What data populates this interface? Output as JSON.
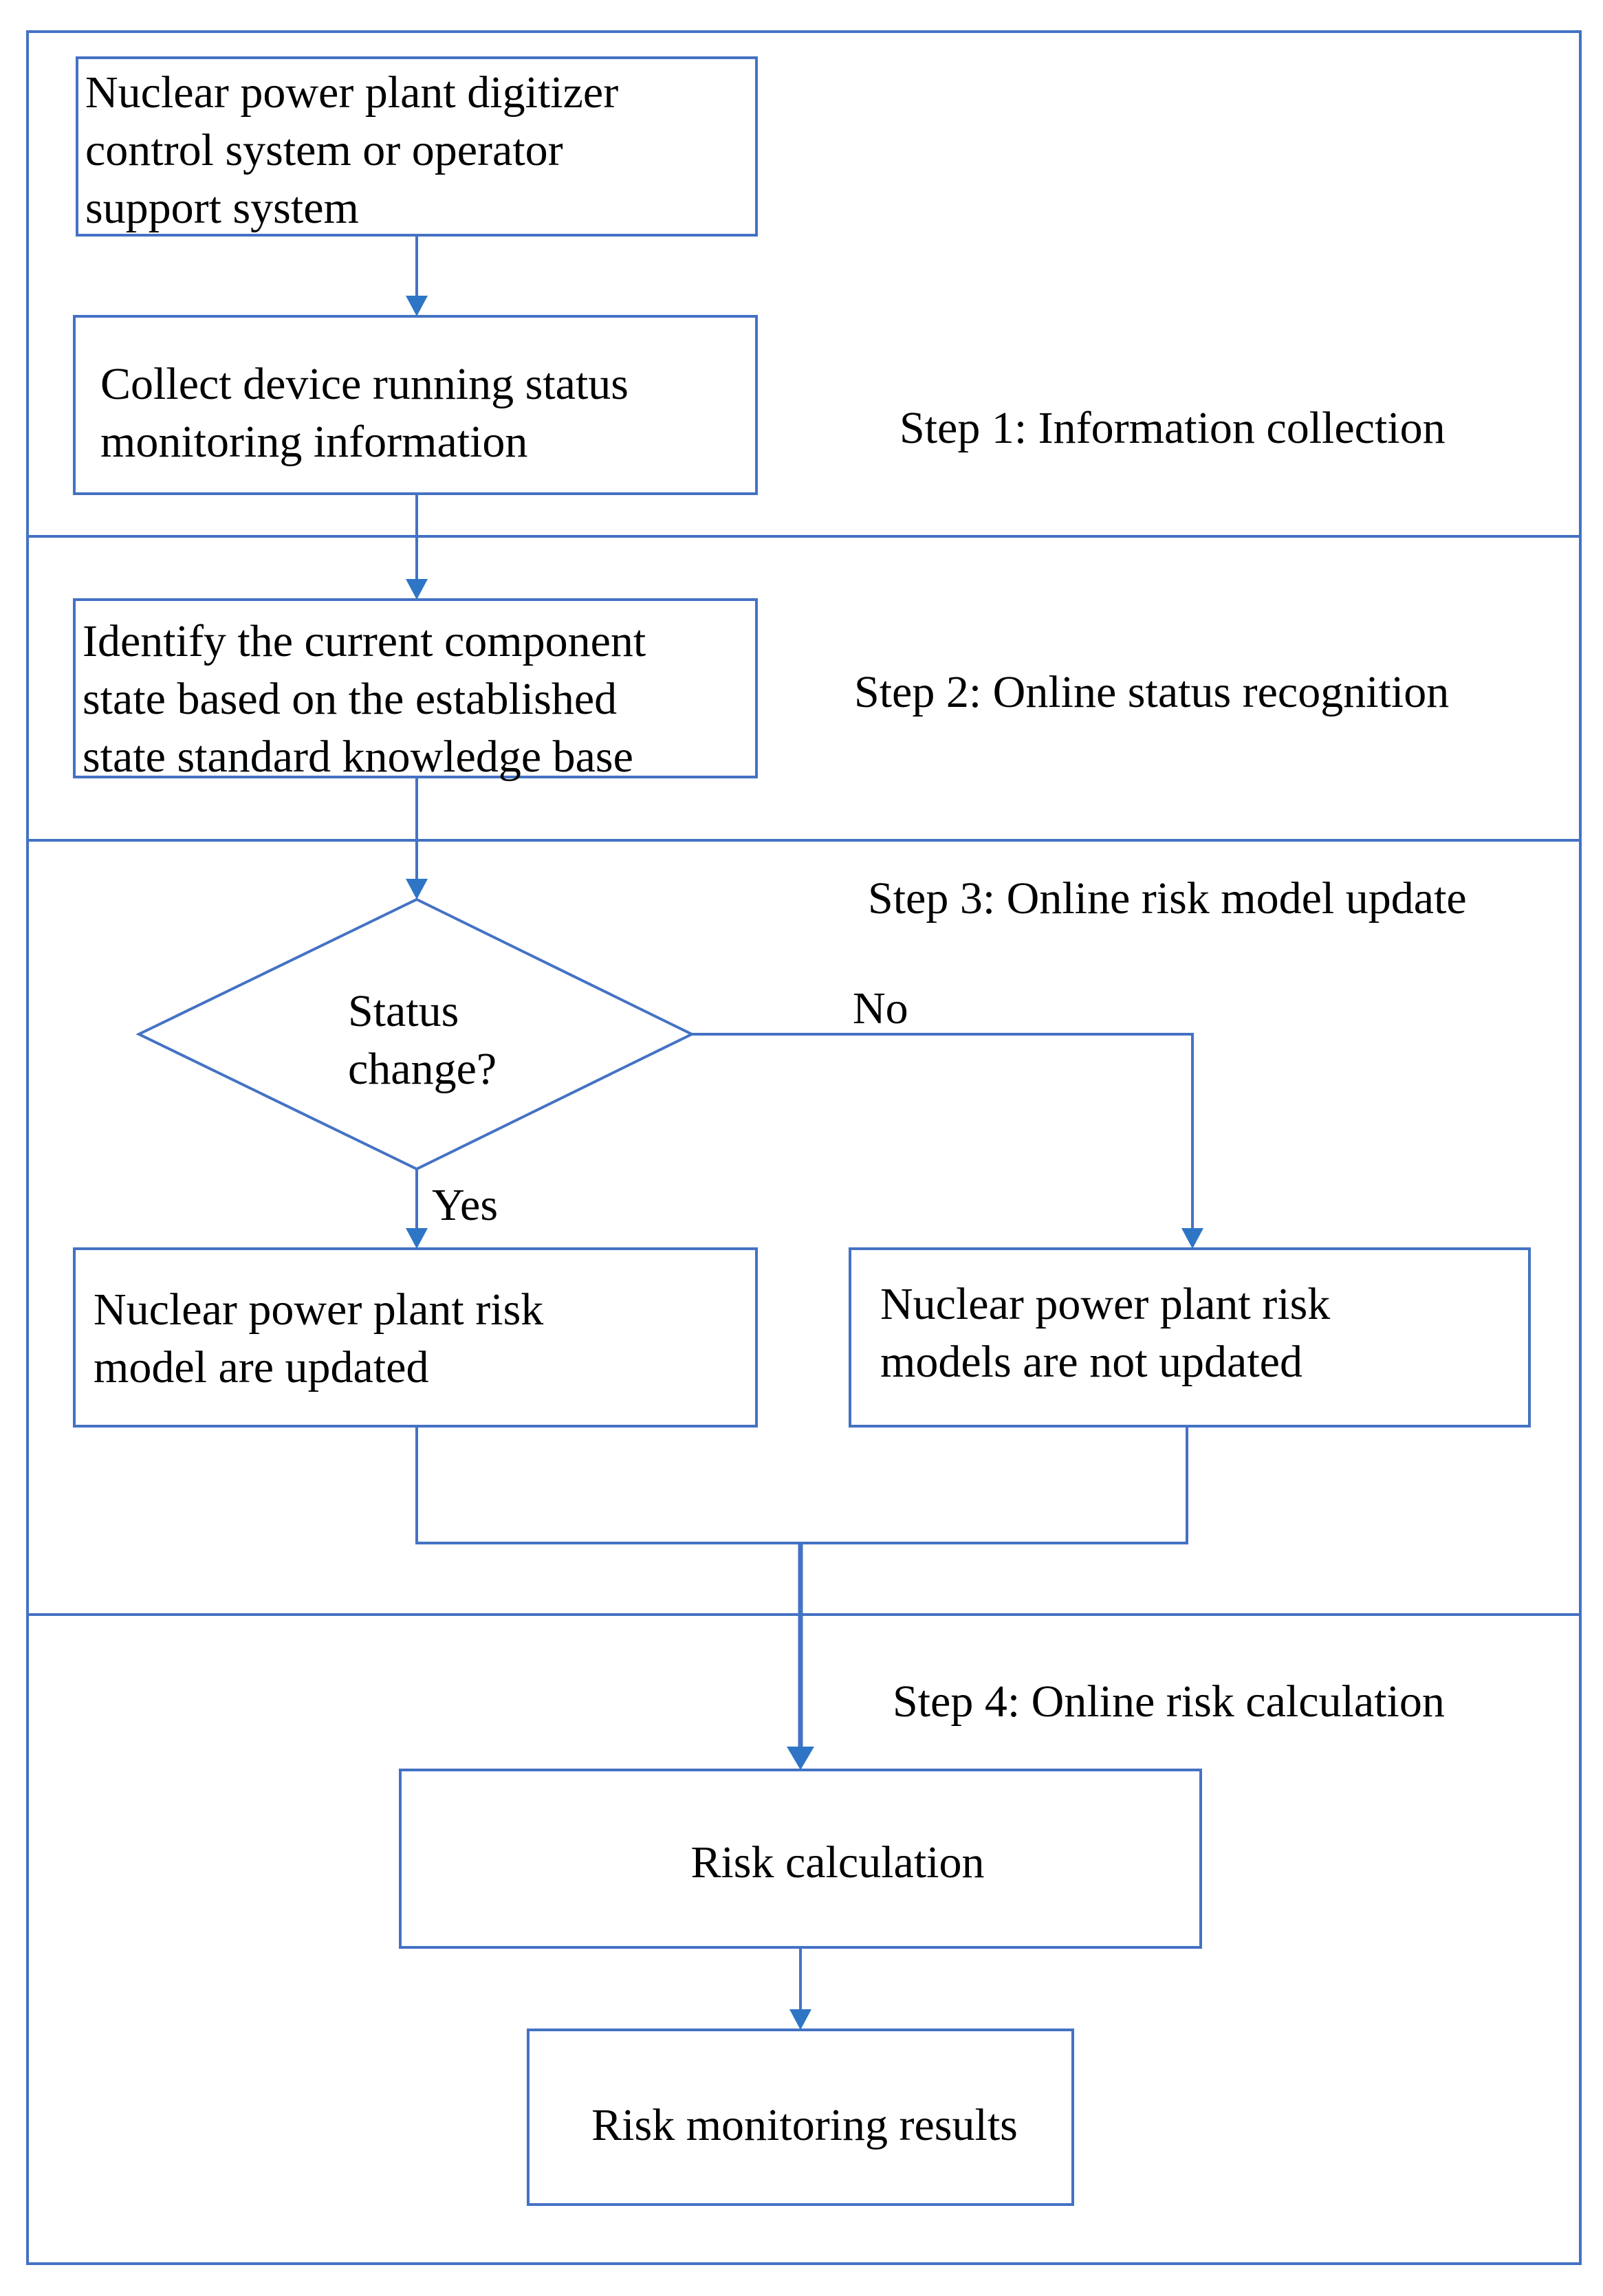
{
  "colors": {
    "line": "#4472C4",
    "arrow": "#2E75C6",
    "text": "#000000",
    "background": "#FFFFFF"
  },
  "steps": {
    "step1_label": "Step 1: Information collection",
    "step2_label": "Step 2: Online status recognition",
    "step3_label": "Step 3: Online risk model update",
    "step4_label": "Step 4: Online risk calculation"
  },
  "nodes": {
    "source_system": {
      "lines": [
        "Nuclear power plant digitizer",
        "control system or operator",
        "support system"
      ]
    },
    "collect_info": {
      "lines": [
        "Collect device running status",
        "monitoring information"
      ]
    },
    "identify_state": {
      "lines": [
        "Identify the current component",
        "state based on the established",
        "state standard knowledge  base"
      ]
    },
    "decision": {
      "lines": [
        "Status",
        "change?"
      ]
    },
    "models_updated": {
      "lines": [
        "Nuclear power plant risk",
        "model are updated"
      ]
    },
    "models_not_updated": {
      "lines": [
        "Nuclear power plant risk",
        "models are not updated"
      ]
    },
    "risk_calculation": {
      "lines": [
        "Risk calculation"
      ]
    },
    "risk_results": {
      "lines": [
        "Risk monitoring results"
      ]
    }
  },
  "edges": {
    "yes_label": "Yes",
    "no_label": "No"
  }
}
